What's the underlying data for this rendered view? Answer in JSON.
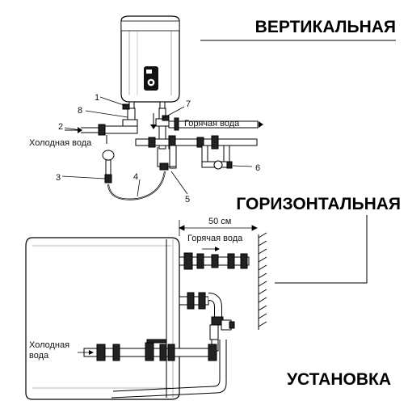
{
  "headings": {
    "vertical": "ВЕРТИКАЛЬНАЯ",
    "horizontal": "ГОРИЗОНТАЛЬНАЯ",
    "installation": "УСТАНОВКА"
  },
  "vertical_diagram": {
    "hot_water": "Горячая вода",
    "cold_water": "Холодная вода",
    "callouts": [
      "1",
      "2",
      "3",
      "4",
      "5",
      "6",
      "7",
      "8"
    ]
  },
  "horizontal_diagram": {
    "distance": "50 см",
    "hot_water": "Горячая вода",
    "cold_water_line1": "Холодная",
    "cold_water_line2": "вода"
  }
}
